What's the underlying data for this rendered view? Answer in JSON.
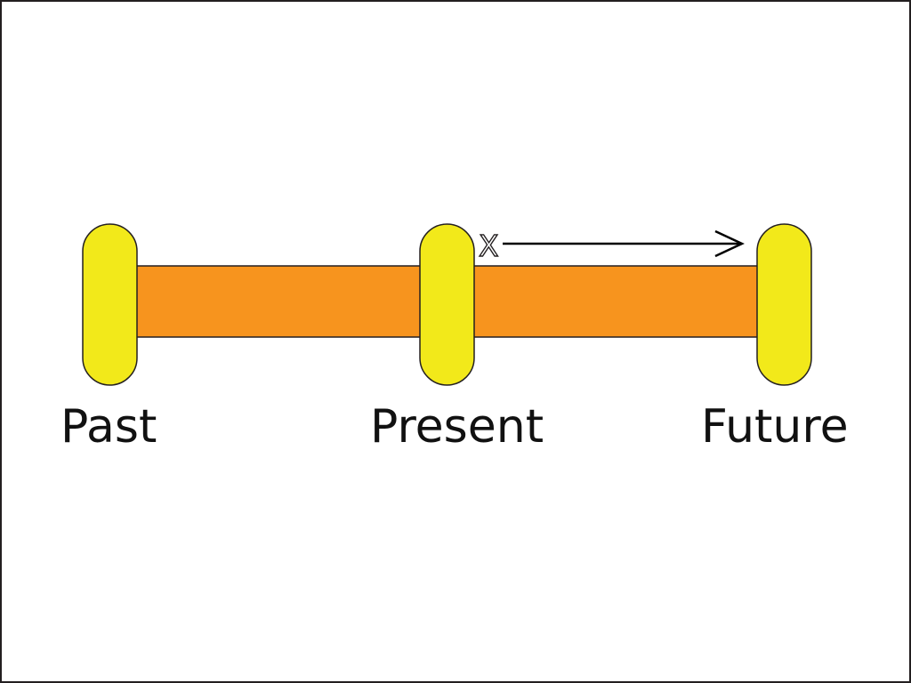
{
  "diagram": {
    "type": "timeline",
    "colors": {
      "bar_fill": "#f7941e",
      "node_fill": "#f2e91a",
      "outline": "#231f20",
      "arrow": "#000000",
      "background": "#ffffff"
    },
    "nodes": [
      {
        "id": "past",
        "label": "Past"
      },
      {
        "id": "present",
        "label": "Present"
      },
      {
        "id": "future",
        "label": "Future"
      }
    ],
    "segments": [
      {
        "from": "past",
        "to": "present"
      },
      {
        "from": "present",
        "to": "future"
      }
    ],
    "marker": {
      "text": "X",
      "at": "present",
      "arrow_to": "future"
    }
  }
}
